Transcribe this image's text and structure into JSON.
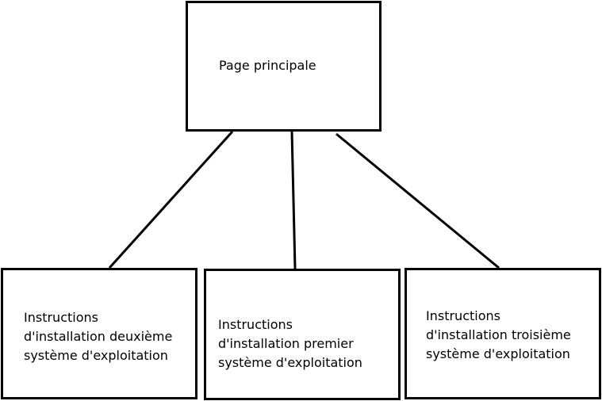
{
  "diagram": {
    "nodes": {
      "main": {
        "label": "Page principale"
      },
      "second_os": {
        "lines": [
          "Instructions",
          "d'installation deuxième",
          "système d'exploitation"
        ]
      },
      "first_os": {
        "lines": [
          "Instructions",
          "d'installation premier",
          "système d'exploitation"
        ]
      },
      "third_os": {
        "lines": [
          "Instructions",
          "d'installation troisième",
          "système d'exploitation"
        ]
      }
    },
    "edges": [
      {
        "from": "Page principale",
        "to": "second_os"
      },
      {
        "from": "Page principale",
        "to": "first_os"
      },
      {
        "from": "Page principale",
        "to": "third_os"
      }
    ],
    "colors": {
      "stroke": "#000000",
      "background": "#ffffff"
    }
  }
}
